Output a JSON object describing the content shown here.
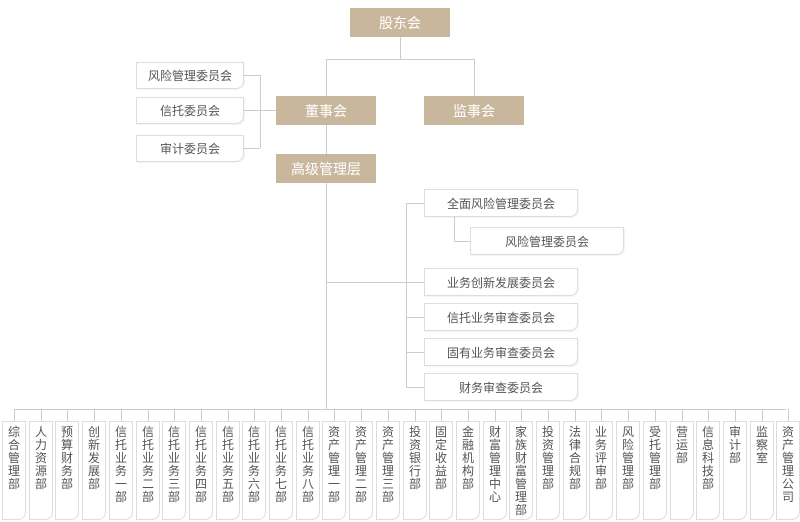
{
  "colors": {
    "box_fill": "#c8b79c",
    "box_text": "#ffffff",
    "card_border": "#dddddd",
    "line": "#cccccc",
    "card_text": "#555555"
  },
  "top": {
    "shareholders": "股东会",
    "board": "董事会",
    "supervisors": "监事会",
    "management": "高级管理层"
  },
  "board_committees": [
    "风险管理委员会",
    "信托委员会",
    "审计委员会"
  ],
  "management_committees": {
    "comprehensive_risk": "全面风险管理委员会",
    "risk_sub": "风险管理委员会",
    "others": [
      "业务创新发展委员会",
      "信托业务审查委员会",
      "固有业务审查委员会",
      "财务审查委员会"
    ]
  },
  "departments": [
    "综合管理部",
    "人力资源部",
    "预算财务部",
    "创新发展部",
    "信托业务一部",
    "信托业务二部",
    "信托业务三部",
    "信托业务四部",
    "信托业务五部",
    "信托业务六部",
    "信托业务七部",
    "信托业务八部",
    "资产管理一部",
    "资产管理二部",
    "资产管理三部",
    "投资银行部",
    "固定收益部",
    "金融机构部",
    "财富管理中心",
    "家族财富管理部",
    "投资管理部",
    "法律合规部",
    "业务评审部",
    "风险管理部",
    "受托管理部",
    "营运部",
    "信息科技部",
    "审计部",
    "监察室",
    "资产管理公司"
  ]
}
